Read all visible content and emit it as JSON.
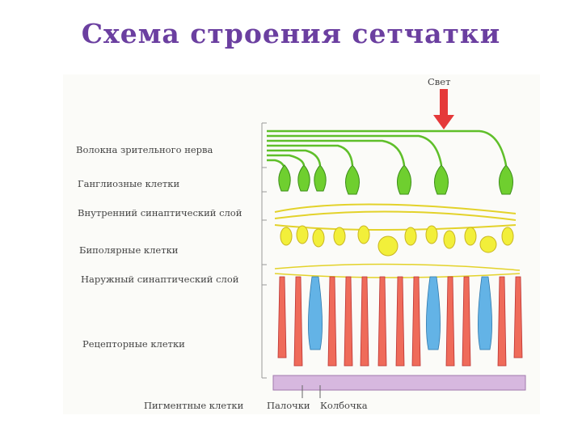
{
  "title": "Схема строения сетчатки",
  "light_label": "Свет",
  "layers": {
    "optic_nerve_fibers": "Волокна зрительного нерва",
    "ganglion_cells": "Ганглиозные клетки",
    "inner_synaptic_layer": "Внутренний синаптический слой",
    "bipolar_cells": "Биполярные клетки",
    "outer_synaptic_layer": "Наружный синаптический слой",
    "receptor_cells": "Рецепторные клетки",
    "pigment_cells": "Пигментные клетки"
  },
  "cell_labels": {
    "rods": "Палочки",
    "cones": "Колбочка"
  },
  "colors": {
    "title": "#6b3fa0",
    "ganglion": "#6fcf2f",
    "bipolar": "#f2ef3a",
    "rod": "#ef6b5a",
    "cone": "#63b3e6",
    "pigment": "#d7b8df",
    "arrow": "#e5393a"
  }
}
